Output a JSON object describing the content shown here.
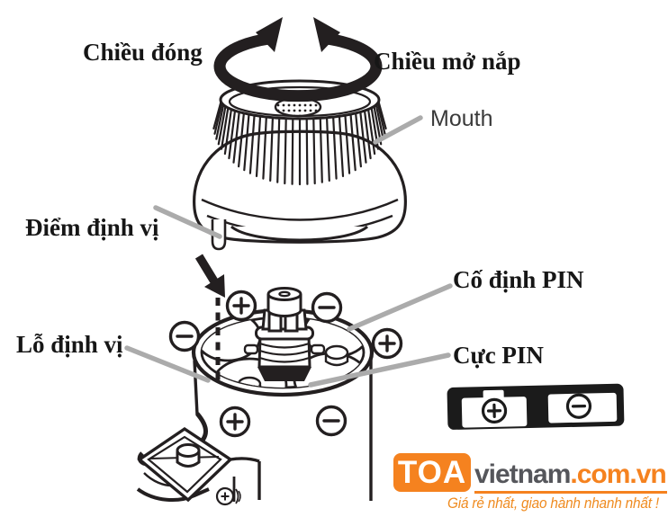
{
  "figure": {
    "labels": {
      "close_direction": "Chiều đóng",
      "open_direction": "Chiều mở nắp",
      "mouth": "Mouth",
      "positioning_point": "Điểm định vị",
      "battery_fix": "Cố định PIN",
      "positioning_hole": "Lỗ định vị",
      "battery_pole": "Cực PIN"
    },
    "polarity_symbols": {
      "plus": "+",
      "minus": "−"
    }
  },
  "watermark": {
    "box_text": "TOA",
    "name_text": "vietnam",
    "domain_text": ".com.vn",
    "tagline": "Giá rẻ nhất, giao hành nhanh nhất !",
    "colors": {
      "orange": "#F5821F",
      "dark_gray": "#55565B"
    }
  },
  "canvas": {
    "background": "#FFFFFF",
    "line_color": "#231F20",
    "leader_color": "#ABABAB"
  }
}
